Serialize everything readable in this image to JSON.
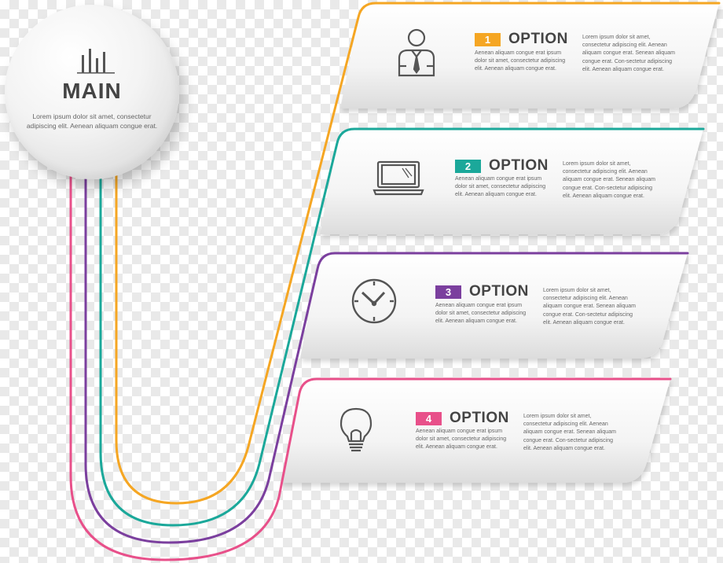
{
  "main": {
    "title": "MAIN",
    "text": "Lorem ipsum dolor sit amet, consectetur adipiscing elit. Aenean aliquam congue erat."
  },
  "options": [
    {
      "number": "1",
      "label": "OPTION",
      "color": "#F5A623",
      "icon": "businessman-icon",
      "text_left": "Aenean aliquam congue erat ipsum dolor sit amet, consectetur adipiscing elit. Aenean aliquam congue erat.",
      "text_right": "Lorem ipsum dolor sit amet, consectetur adipiscing elit. Aenean aliquam congue erat. Senean aliquam congue erat. Con-sectetur adipiscing elit. Aenean aliquam congue erat."
    },
    {
      "number": "2",
      "label": "OPTION",
      "color": "#1BA89A",
      "icon": "laptop-icon",
      "text_left": "Aenean aliquam congue erat ipsum dolor sit amet, consectetur adipiscing elit. Aenean aliquam congue erat.",
      "text_right": "Lorem ipsum dolor sit amet, consectetur adipiscing elit. Aenean aliquam congue erat. Senean aliquam congue erat. Con-sectetur adipiscing elit. Aenean aliquam congue erat."
    },
    {
      "number": "3",
      "label": "OPTION",
      "color": "#7B3F9E",
      "icon": "clock-icon",
      "text_left": "Aenean aliquam congue erat ipsum dolor sit amet, consectetur adipiscing elit. Aenean aliquam congue erat.",
      "text_right": "Lorem ipsum dolor sit amet, consectetur adipiscing elit. Aenean aliquam congue erat. Senean aliquam congue erat. Con-sectetur adipiscing elit. Aenean aliquam congue erat."
    },
    {
      "number": "4",
      "label": "OPTION",
      "color": "#E8508A",
      "icon": "lightbulb-icon",
      "text_left": "Aenean aliquam congue erat ipsum dolor sit amet, consectetur adipiscing elit. Aenean aliquam congue erat.",
      "text_right": "Lorem ipsum dolor sit amet, consectetur adipiscing elit. Aenean aliquam congue erat. Senean aliquam congue erat. Con-sectetur adipiscing elit. Aenean aliquam congue erat."
    }
  ]
}
